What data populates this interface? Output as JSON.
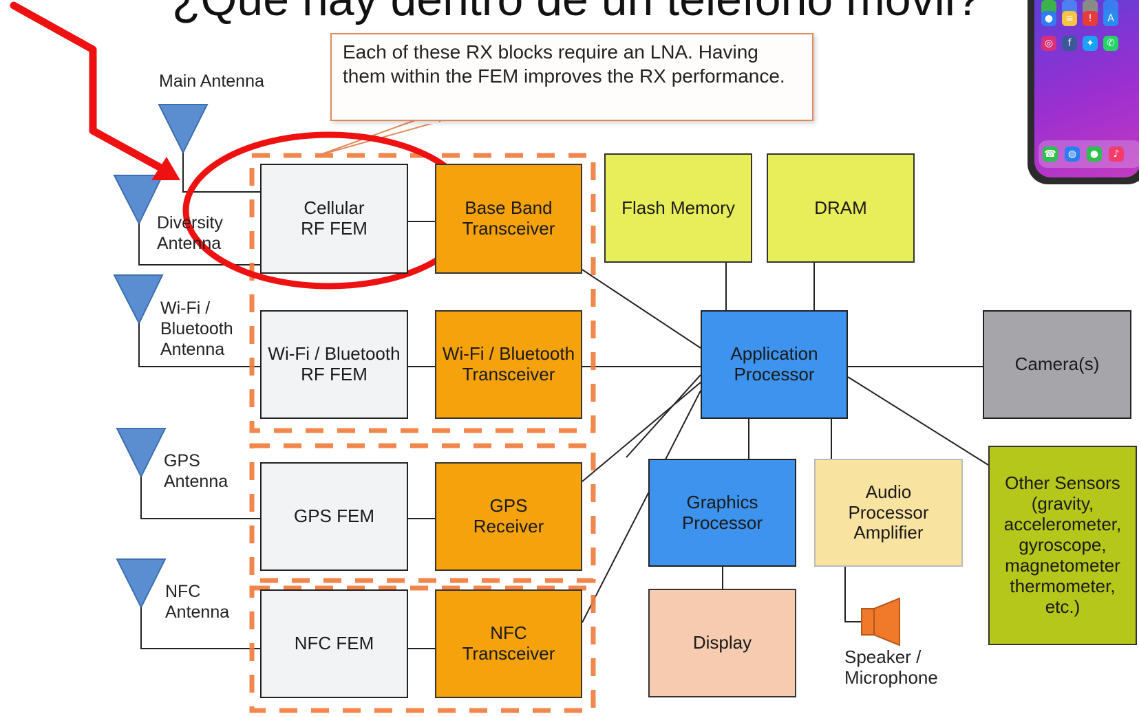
{
  "title": "¿Qué hay dentro de un teléfono móvil?",
  "callout": "Each of these RX blocks require an LNA. Having them within the FEM improves the RX performance.",
  "antennas": {
    "main": "Main Antenna",
    "diversity": "Diversity\nAntenna",
    "wifi": "Wi-Fi /\nBluetooth\nAntenna",
    "gps": "GPS\nAntenna",
    "nfc": "NFC\nAntenna"
  },
  "fem": {
    "cellular": "Cellular\nRF FEM",
    "wifi": "Wi-Fi / Bluetooth\nRF FEM",
    "gps": "GPS FEM",
    "nfc": "NFC FEM"
  },
  "transceivers": {
    "baseband": "Base Band\nTransceiver",
    "wifi": "Wi-Fi / Bluetooth\nTransceiver",
    "gps": "GPS\nReceiver",
    "nfc": "NFC\nTransceiver"
  },
  "memory": {
    "flash": "Flash Memory",
    "dram": "DRAM"
  },
  "processors": {
    "application": "Application\nProcessor",
    "graphics": "Graphics\nProcessor",
    "audio": "Audio\nProcessor\nAmplifier"
  },
  "peripherals": {
    "camera": "Camera(s)",
    "sensors": "Other Sensors\n(gravity,\naccelerometer,\ngyroscope,\nmagnetometer\nthermometer,\netc.)",
    "display": "Display",
    "speaker": "Speaker /\nMicrophone"
  },
  "colors": {
    "highlight_red": "#ee1111",
    "dash_orange": "#f07a3a",
    "transceiver_orange": "#f5a20c",
    "memory_yellow": "#e8ee59",
    "processor_blue": "#3d93ed",
    "antenna_blue": "#5b8ed0"
  }
}
